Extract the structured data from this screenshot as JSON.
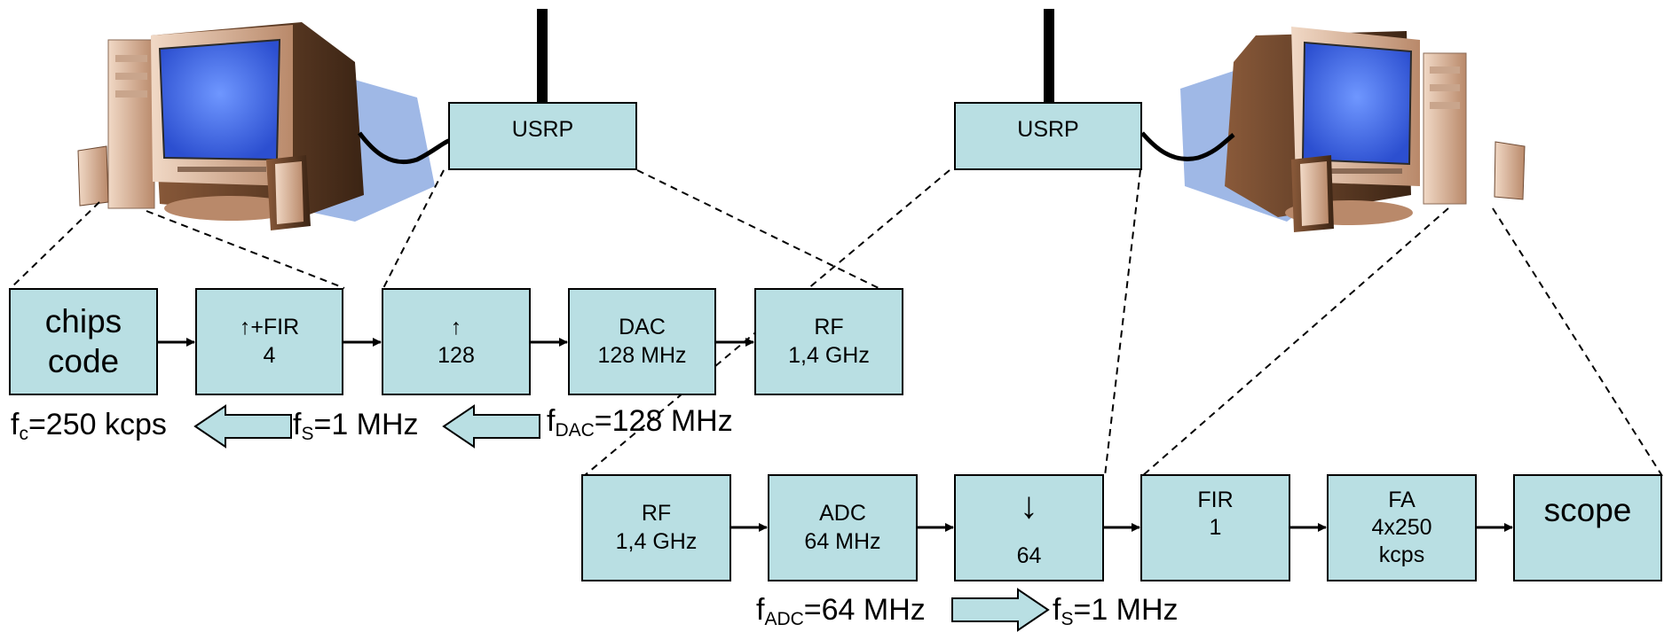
{
  "usrp_tx": "USRP",
  "usrp_rx": "USRP",
  "tx_chain": {
    "chips_line1": "chips",
    "chips_line2": "code",
    "upfir_label": "↑+FIR",
    "upfir_value": "4",
    "up_symbol": "↑",
    "up_value": "128",
    "dac_label": "DAC",
    "dac_value": "128 MHz",
    "rf_label": "RF",
    "rf_value": "1,4 GHz"
  },
  "rx_chain": {
    "rf_label": "RF",
    "rf_value": "1,4 GHz",
    "adc_label": "ADC",
    "adc_value": "64 MHz",
    "down_symbol": "↓",
    "down_value": "64",
    "fir_label": "FIR",
    "fir_value": "1",
    "fa_label": "FA",
    "fa_value1": "4x250",
    "fa_value2": "kcps",
    "scope_label": "scope"
  },
  "rates": {
    "fc_base": "f",
    "fc_sub": "c",
    "fc_value": "=250 kcps",
    "fs_tx_base": "f",
    "fs_tx_sub": "S",
    "fs_tx_value": "=1 MHz",
    "fdac_base": "f",
    "fdac_sub": "DAC",
    "fdac_value": "=128 MHz",
    "fadc_base": "f",
    "fadc_sub": "ADC",
    "fadc_value": "=64 MHz",
    "fs_rx_base": "f",
    "fs_rx_sub": "S",
    "fs_rx_value": "=1 MHz"
  },
  "colors": {
    "box_fill": "#b9dfe3",
    "screen": "#4f78f0",
    "monitor_body": "#d9b49a",
    "shadow": "#9fb8e6"
  },
  "icons": [
    "computer-tx-icon",
    "computer-rx-icon",
    "antenna-icon"
  ]
}
